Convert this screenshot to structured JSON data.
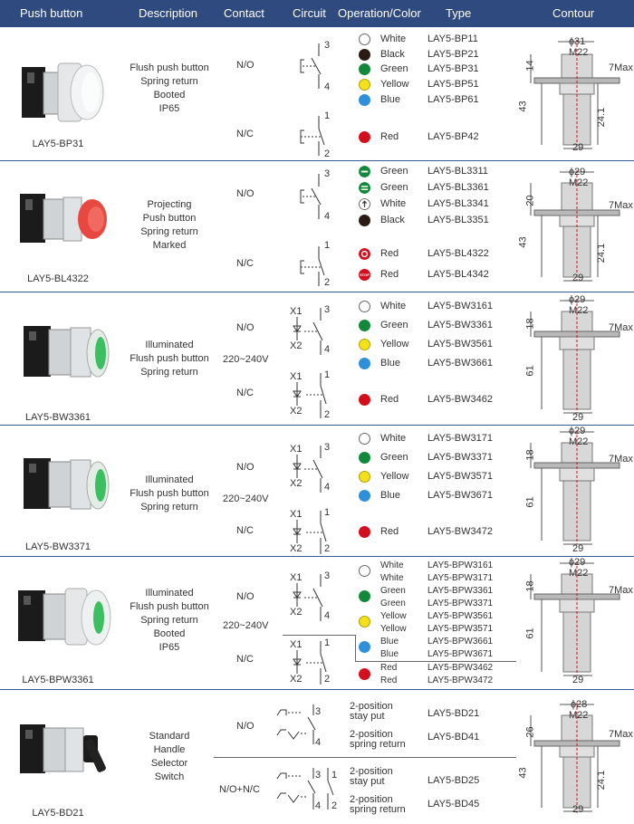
{
  "headers": [
    "Push button",
    "Description",
    "Contact",
    "Circuit",
    "Operation/Color",
    "Type",
    "Contour"
  ],
  "colors": {
    "header_bg": "#2f4a7e",
    "white": "#ffffff",
    "black": "#2a1b14",
    "green": "#12883a",
    "yellow": "#f3e21b",
    "blue": "#2f8fd8",
    "red": "#d10f1d"
  },
  "circuit_labels": {
    "x1": "X1",
    "x2": "X2"
  },
  "rows": [
    {
      "product_caption": "LAY5-BP31",
      "description": [
        "Flush push button",
        "Spring return",
        "Booted",
        "IP65"
      ],
      "contact_no": "N/O",
      "contact_nc": "N/C",
      "terminals_no": [
        "3",
        "4"
      ],
      "terminals_nc": [
        "1",
        "2"
      ],
      "items": [
        {
          "color": "White",
          "type": "LAY5-BP11"
        },
        {
          "color": "Black",
          "type": "LAY5-BP21"
        },
        {
          "color": "Green",
          "type": "LAY5-BP31"
        },
        {
          "color": "Yellow",
          "type": "LAY5-BP51"
        },
        {
          "color": "Blue",
          "type": "LAY5-BP61"
        },
        {
          "color": "Red",
          "type": "LAY5-BP42"
        }
      ],
      "contour": {
        "top": "ɸ31",
        "thread": "M22",
        "side": "7Max",
        "h1": "14",
        "h2": "43",
        "h3": "24.1",
        "bottom": "29"
      }
    },
    {
      "product_caption": "LAY5-BL4322",
      "description": [
        "Projecting",
        "Push button",
        "Spring return",
        "Marked"
      ],
      "contact_no": "N/O",
      "contact_nc": "N/C",
      "terminals_no": [
        "3",
        "4"
      ],
      "terminals_nc": [
        "1",
        "2"
      ],
      "items": [
        {
          "color": "Green",
          "type": "LAY5-BL3311"
        },
        {
          "color": "Green",
          "type": "LAY5-BL3361"
        },
        {
          "color": "White",
          "type": "LAY5-BL3341"
        },
        {
          "color": "Black",
          "type": "LAY5-BL3351"
        },
        {
          "color": "Red",
          "type": "LAY5-BL4322"
        },
        {
          "color": "Red",
          "type": "LAY5-BL4342"
        }
      ],
      "stop_text": "STOP",
      "contour": {
        "top": "ɸ29",
        "thread": "M22",
        "side": "7Max",
        "h1": "20",
        "h2": "43",
        "h3": "24.1",
        "bottom": "29"
      }
    },
    {
      "product_caption": "LAY5-BW3361",
      "description": [
        "Illuminated",
        "Flush push button",
        "Spring return"
      ],
      "voltage": "220~240V",
      "contact_no": "N/O",
      "contact_nc": "N/C",
      "terminals_no": [
        "3",
        "4"
      ],
      "terminals_nc": [
        "1",
        "2"
      ],
      "items": [
        {
          "color": "White",
          "type": "LAY5-BW3161"
        },
        {
          "color": "Green",
          "type": "LAY5-BW3361"
        },
        {
          "color": "Yellow",
          "type": "LAY5-BW3561"
        },
        {
          "color": "Blue",
          "type": "LAY5-BW3661"
        },
        {
          "color": "Red",
          "type": "LAY5-BW3462"
        }
      ],
      "contour": {
        "top": "ɸ29",
        "thread": "M22",
        "side": "7Max",
        "h1": "18",
        "h2": "61",
        "bottom": "29"
      }
    },
    {
      "product_caption": "LAY5-BW3371",
      "description": [
        "Illuminated",
        "Flush push button",
        "Spring return"
      ],
      "voltage": "220~240V",
      "contact_no": "N/O",
      "contact_nc": "N/C",
      "terminals_no": [
        "3",
        "4"
      ],
      "terminals_nc": [
        "1",
        "2"
      ],
      "items": [
        {
          "color": "White",
          "type": "LAY5-BW3171"
        },
        {
          "color": "Green",
          "type": "LAY5-BW3371"
        },
        {
          "color": "Yellow",
          "type": "LAY5-BW3571"
        },
        {
          "color": "Blue",
          "type": "LAY5-BW3671"
        },
        {
          "color": "Red",
          "type": "LAY5-BW3472"
        }
      ],
      "contour": {
        "top": "ɸ29",
        "thread": "M22",
        "side": "7Max",
        "h1": "18",
        "h2": "61",
        "bottom": "29"
      }
    },
    {
      "product_caption": "LAY5-BPW3361",
      "description": [
        "Illuminated",
        "Flush push button",
        "Spring return",
        "Booted",
        "IP65"
      ],
      "voltage": "220~240V",
      "contact_no": "N/O",
      "contact_nc": "N/C",
      "terminals_no": [
        "3",
        "4"
      ],
      "terminals_nc": [
        "1",
        "2"
      ],
      "items": [
        {
          "color": "White",
          "type": "LAY5-BPW3161"
        },
        {
          "color": "White",
          "type": "LAY5-BPW3171"
        },
        {
          "color": "Green",
          "type": "LAY5-BPW3361"
        },
        {
          "color": "Green",
          "type": "LAY5-BPW3371"
        },
        {
          "color": "Yellow",
          "type": "LAY5-BPW3561"
        },
        {
          "color": "Yellow",
          "type": "LAY5-BPW3571"
        },
        {
          "color": "Blue",
          "type": "LAY5-BPW3661"
        },
        {
          "color": "Blue",
          "type": "LAY5-BPW3671"
        },
        {
          "color": "Red",
          "type": "LAY5-BPW3462"
        },
        {
          "color": "Red",
          "type": "LAY5-BPW3472"
        }
      ],
      "contour": {
        "top": "ɸ29",
        "thread": "M22",
        "side": "7Max",
        "h1": "18",
        "h2": "61",
        "bottom": "29"
      }
    },
    {
      "product_caption": "LAY5-BD21",
      "description": [
        "Standard",
        "Handle",
        "Selector",
        "Switch"
      ],
      "contact_no": "N/O",
      "contact_nonc": "N/O+N/C",
      "terminals_no": [
        "3",
        "4"
      ],
      "terminals_nonc": [
        "3",
        "4",
        "1",
        "2"
      ],
      "items": [
        {
          "operation": [
            "2-position",
            "stay put"
          ],
          "type": "LAY5-BD21"
        },
        {
          "operation": [
            "2-position",
            "spring return"
          ],
          "type": "LAY5-BD41"
        },
        {
          "operation": [
            "2-position",
            "stay put"
          ],
          "type": "LAY5-BD25"
        },
        {
          "operation": [
            "2-position",
            "spring return"
          ],
          "type": "LAY5-BD45"
        }
      ],
      "contour": {
        "top": "ɸ28",
        "thread": "M22",
        "side": "7Max",
        "h1": "26",
        "h2": "43",
        "h3": "24.1",
        "bottom": "29"
      }
    }
  ]
}
